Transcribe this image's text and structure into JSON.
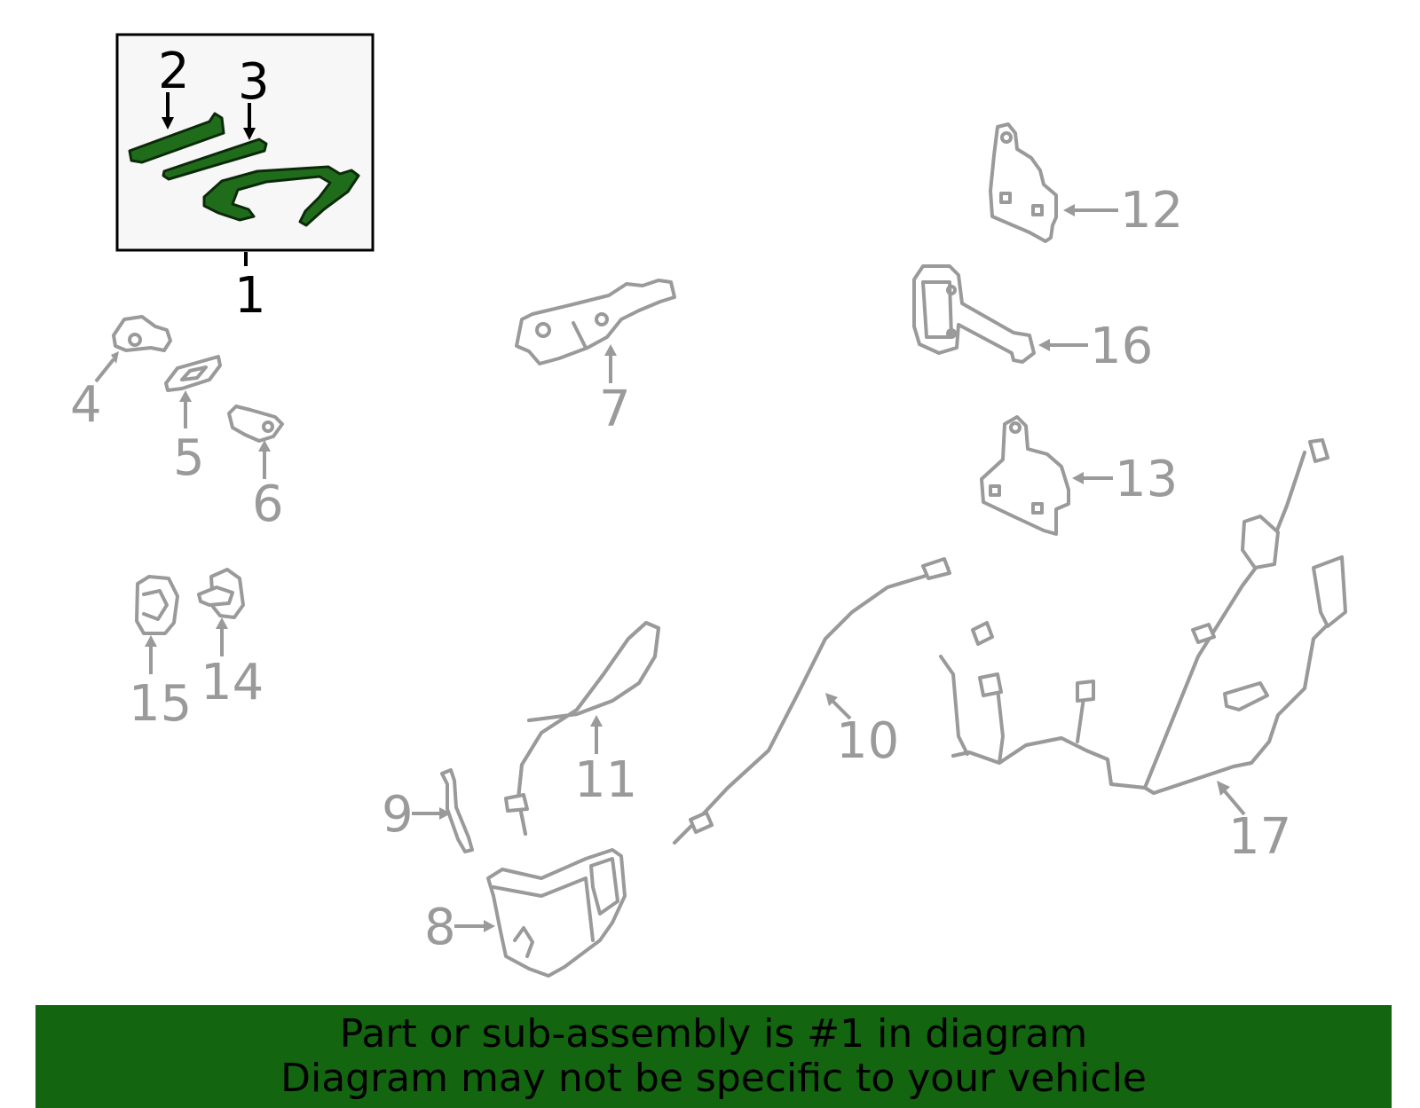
{
  "banner": {
    "line1": "Part or sub-assembly is #1 in diagram",
    "line2": "Diagram may not be specific to your vehicle"
  },
  "colors": {
    "highlight_part": "#1f6d1a",
    "banner_background": "#13650f",
    "inactive_part": "#9a9a9a"
  },
  "callouts": {
    "c1": "1",
    "c2": "2",
    "c3": "3",
    "c4": "4",
    "c5": "5",
    "c6": "6",
    "c7": "7",
    "c8": "8",
    "c9": "9",
    "c10": "10",
    "c11": "11",
    "c12": "12",
    "c13": "13",
    "c14": "14",
    "c15": "15",
    "c16": "16",
    "c17": "17"
  }
}
